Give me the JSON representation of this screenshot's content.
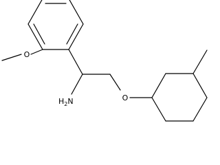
{
  "structure": {
    "type": "skeletal-formula",
    "atoms": {
      "oxygen_methoxy": "O",
      "amine": "H2N",
      "amine_H": "H",
      "amine_subscript": "2",
      "amine_N": "N",
      "oxygen_ether": "O"
    },
    "colors": {
      "bond": "#000000",
      "text": "#000000",
      "background": "#ffffff"
    }
  }
}
